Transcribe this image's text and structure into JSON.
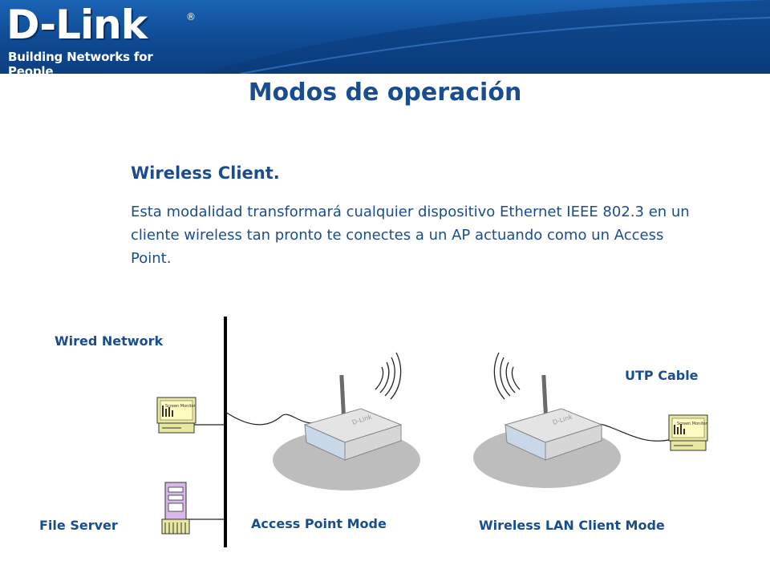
{
  "header": {
    "logo_text": "D-Link",
    "logo_registered": "®",
    "tagline": "Building Networks for People",
    "brand_color": "#1a5fae"
  },
  "slide": {
    "title": "Modos de operación",
    "subtitle": "Wireless Client.",
    "description": "Esta modalidad transformará cualquier dispositivo Ethernet IEEE 802.3 en un cliente wireless tan pronto te conectes a un AP actuando como un Access Point.",
    "text_color": "#1a4d8f"
  },
  "diagram": {
    "labels": {
      "wired_network": "Wired Network",
      "file_server": "File Server",
      "ap_mode": "Access Point Mode",
      "client_mode": "Wireless LAN Client Mode",
      "utp_cable": "UTP Cable"
    },
    "monitor_screen_text": "Screen Monitor",
    "router_brand": "D-Link",
    "icons": [
      "monitor-icon",
      "server-tower-icon",
      "router-icon",
      "wireless-signal-icon"
    ]
  }
}
